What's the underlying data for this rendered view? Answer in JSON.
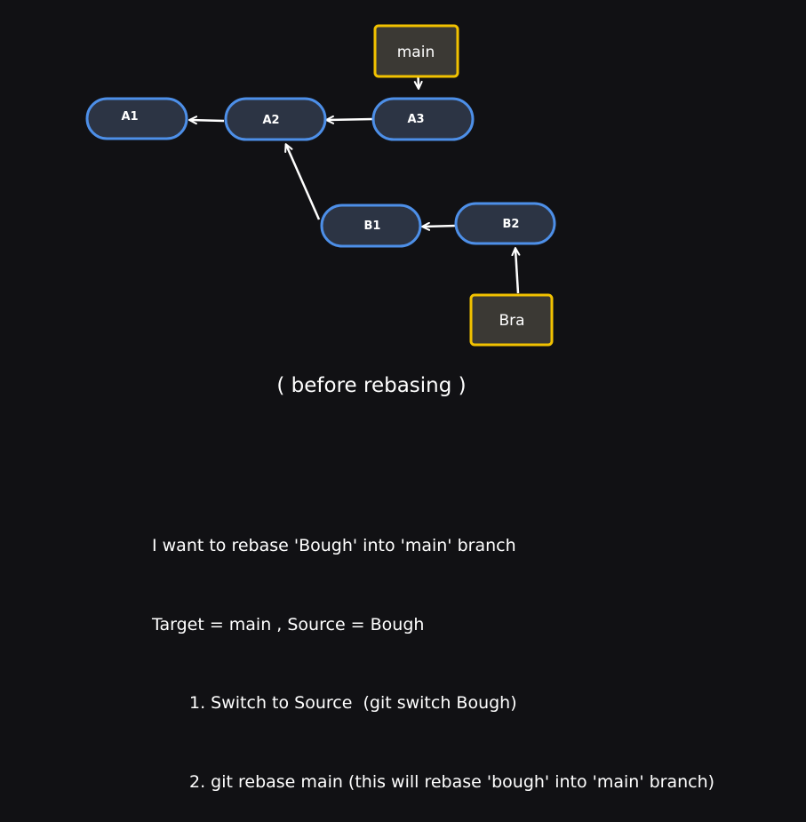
{
  "colors": {
    "background": "#111114",
    "commit_fill": "#2c3444",
    "commit_border": "#4d8fe8",
    "branch_fill": "#3b3934",
    "branch_border": "#f2c200",
    "arrow": "#ffffff"
  },
  "commits": [
    {
      "id": "A1",
      "label": "A1"
    },
    {
      "id": "A2",
      "label": "A2"
    },
    {
      "id": "A3",
      "label": "A3"
    },
    {
      "id": "B1",
      "label": "B1"
    },
    {
      "id": "B2",
      "label": "B2"
    }
  ],
  "branches": [
    {
      "id": "main",
      "label": "main"
    },
    {
      "id": "bra",
      "label": "Bra"
    }
  ],
  "edges": [
    {
      "from": "A2",
      "to": "A1"
    },
    {
      "from": "A3",
      "to": "A2"
    },
    {
      "from": "B1",
      "to": "A2"
    },
    {
      "from": "B2",
      "to": "B1"
    },
    {
      "from": "main",
      "to": "A3"
    },
    {
      "from": "bra",
      "to": "B2"
    }
  ],
  "caption": "( before rebasing )",
  "notes": {
    "line1": "I want to rebase 'Bough' into 'main' branch",
    "line2": "Target = main , Source = Bough",
    "step1": "1. Switch to Source  (git switch Bough)",
    "step2": "2. git rebase main (this will rebase 'bough' into 'main' branch)"
  }
}
